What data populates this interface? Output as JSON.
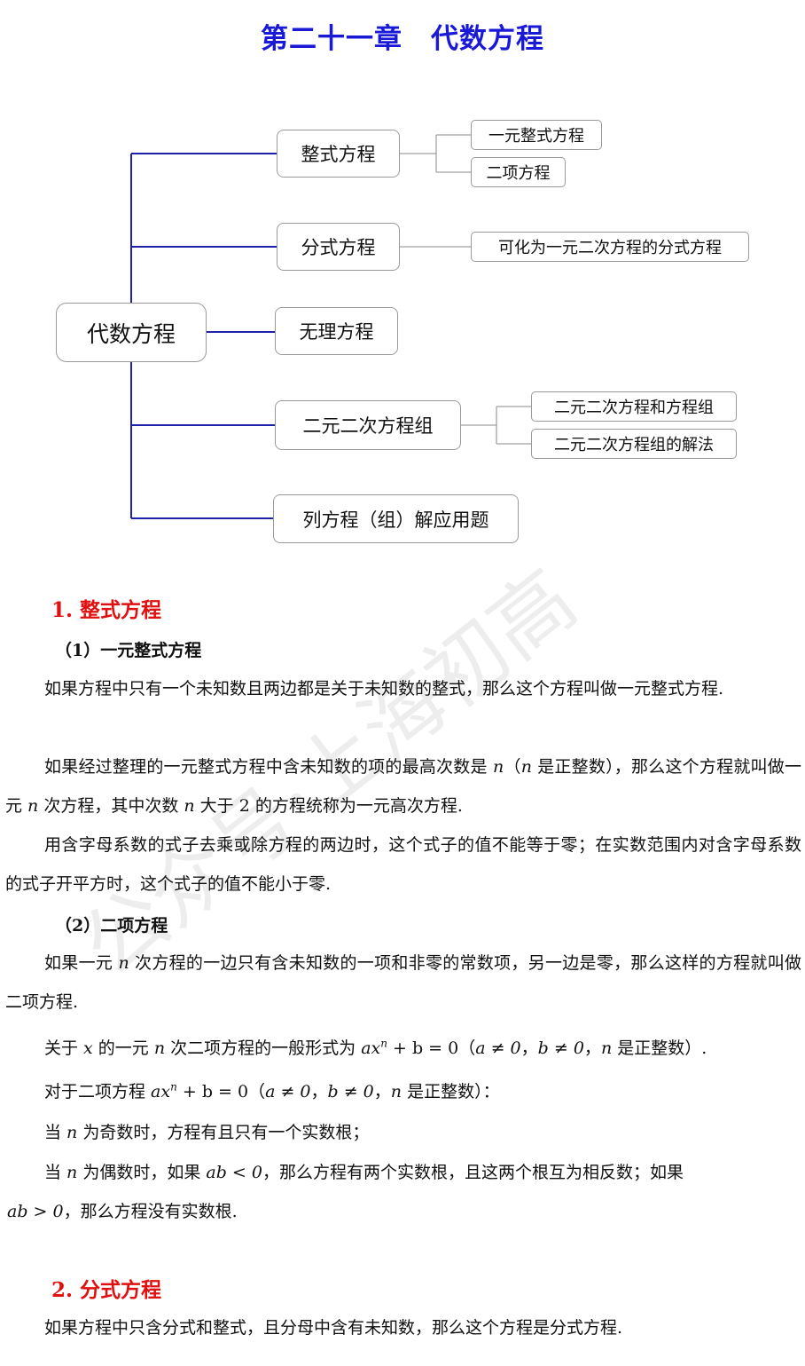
{
  "title": "第二十一章　代数方程",
  "mindmap": {
    "root": "代数方程",
    "branches": [
      {
        "label": "整式方程",
        "children": [
          "一元整式方程",
          "二项方程"
        ]
      },
      {
        "label": "分式方程",
        "children": [
          "可化为一元二次方程的分式方程"
        ]
      },
      {
        "label": "无理方程",
        "children": []
      },
      {
        "label": "二元二次方程组",
        "children": [
          "二元二次方程和方程组",
          "二元二次方程组的解法"
        ]
      },
      {
        "label": "列方程（组）解应用题",
        "children": []
      }
    ]
  },
  "watermark": "公众号·上海初高",
  "section1": {
    "heading": "1.  整式方程",
    "sub1": "（1）一元整式方程",
    "p1": "如果方程中只有一个未知数且两边都是关于未知数的整式，那么这个方程叫做一元整式方程.",
    "p2": {
      "a": "如果经过整理的一元整式方程中含未知数的项的最高次数是 ",
      "n1": "n",
      "b": "（",
      "n2": "n",
      "c": " 是正整数），那么这个方程就叫做一元 ",
      "n3": "n",
      "d": " 次方程，其中次数 ",
      "n4": "n",
      "e": " 大于 2 的方程统称为一元高次方程."
    },
    "p3": "用含字母系数的式子去乘或除方程的两边时，这个式子的值不能等于零；在实数范围内对含字母系数的式子开平方时，这个式子的值不能小于零.",
    "sub2": "（2）二项方程",
    "p4": {
      "a": "如果一元 ",
      "n": "n",
      "b": " 次方程的一边只有含未知数的一项和非零的常数项，另一边是零，那么这样的方程就叫做二项方程."
    },
    "l1": {
      "a": "关于 ",
      "x": "x",
      "b": " 的一元 ",
      "n": "n",
      "c": " 次二项方程的一般形式为 ",
      "eq": "ax",
      "sup": "n",
      "d": " + b = 0（",
      "e": "a ≠ 0",
      "f": "，",
      "g": "b ≠ 0",
      "h": "，",
      "n2": "n",
      "k": " 是正整数）."
    },
    "l2": {
      "a": "对于二项方程 ",
      "eq": "ax",
      "sup": "n",
      "b": " + b = 0（",
      "c": "a ≠ 0",
      "d": "，",
      "e": "b ≠ 0",
      "f": "，",
      "n": "n",
      "g": " 是正整数）："
    },
    "l3": {
      "a": "当 ",
      "n": "n",
      "b": " 为奇数时，方程有且只有一个实数根；"
    },
    "l4": {
      "a": "当 ",
      "n": "n",
      "b": " 为偶数时，如果 ",
      "c": "ab < 0",
      "d": "，那么方程有两个实数根，且这两个根互为相反数；如果"
    },
    "l5": {
      "a": "ab > 0",
      "b": "，那么方程没有实数根."
    }
  },
  "section2": {
    "heading": "2.  分式方程",
    "p1": "如果方程中只含分式和整式，且分母中含有未知数，那么这个方程是分式方程."
  }
}
